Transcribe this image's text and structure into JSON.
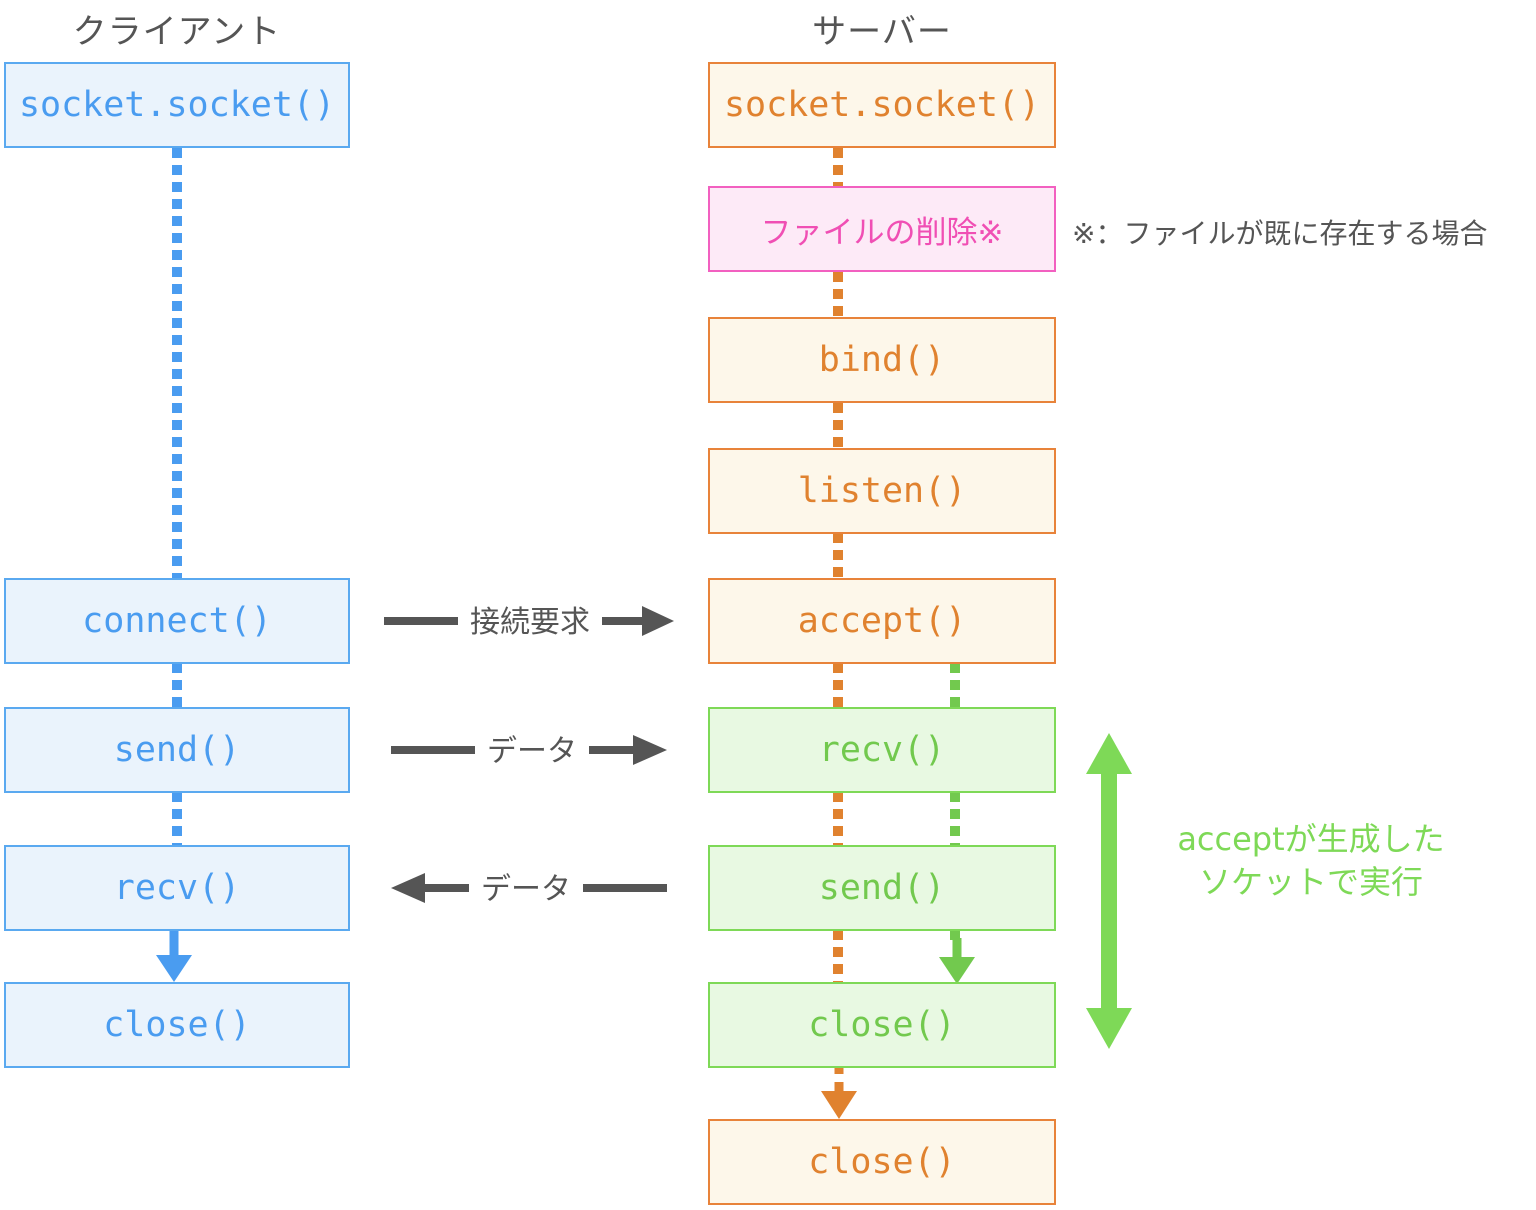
{
  "diagram": {
    "title_client": "クライアント",
    "title_server": "サーバー",
    "colors": {
      "client_border": "#5aa9f0",
      "client_fill": "#eaf3fc",
      "client_text": "#4a9cf0",
      "server_border": "#e8833a",
      "server_fill": "#fdf7ea",
      "server_text": "#e0822f",
      "accepted_border": "#7ed957",
      "accepted_fill": "#e8f9e2",
      "accepted_text": "#72c94e",
      "pink_border": "#f260c0",
      "pink_fill": "#fdeaf7",
      "pink_text": "#f04fb4",
      "arrow_gray": "#555555"
    }
  },
  "client": {
    "steps": [
      {
        "label": "socket.socket()"
      },
      {
        "label": "connect()"
      },
      {
        "label": "send()"
      },
      {
        "label": "recv()"
      },
      {
        "label": "close()"
      }
    ]
  },
  "server": {
    "steps": [
      {
        "label": "socket.socket()",
        "kind": "listen-socket"
      },
      {
        "label": "ファイルの削除※",
        "kind": "file-delete"
      },
      {
        "label": "bind()",
        "kind": "listen-socket"
      },
      {
        "label": "listen()",
        "kind": "listen-socket"
      },
      {
        "label": "accept()",
        "kind": "listen-socket"
      },
      {
        "label": "recv()",
        "kind": "accepted-socket"
      },
      {
        "label": "send()",
        "kind": "accepted-socket"
      },
      {
        "label": "close()",
        "kind": "accepted-socket"
      },
      {
        "label": "close()",
        "kind": "listen-socket"
      }
    ]
  },
  "messages": [
    {
      "label": "接続要求",
      "direction": "right"
    },
    {
      "label": "データ",
      "direction": "right"
    },
    {
      "label": "データ",
      "direction": "left"
    }
  ],
  "annotations": {
    "footnote": "※：ファイルが既に存在する場合",
    "accepted_socket_note_line1": "acceptが生成した",
    "accepted_socket_note_line2": "ソケットで実行"
  }
}
